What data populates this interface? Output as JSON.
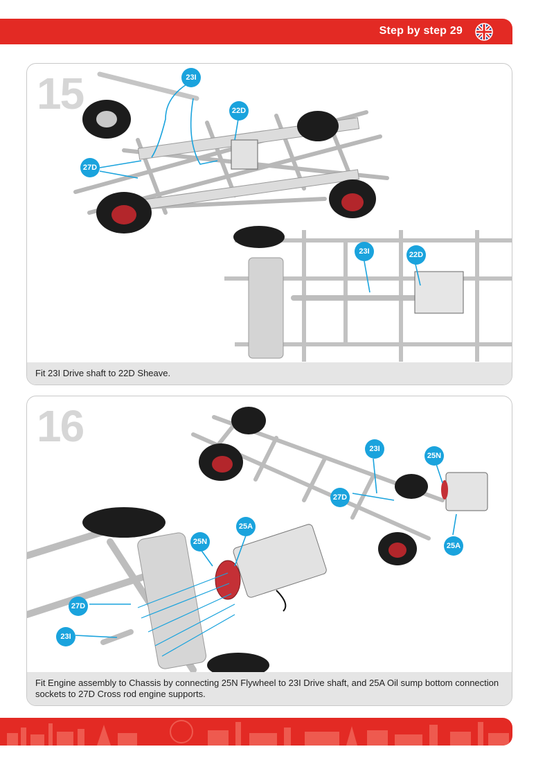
{
  "header": {
    "title": "Step by step 29",
    "flag_icon": "uk-flag-icon"
  },
  "colors": {
    "brand_red": "#e32a24",
    "callout_blue": "#1aa3dd",
    "caption_bg": "#e5e5e5",
    "step_number_grey": "#d6d6d6"
  },
  "steps": [
    {
      "number": "15",
      "caption": "Fit 23I Drive shaft to 22D Sheave.",
      "callouts": [
        "23I",
        "22D",
        "27D",
        "23I",
        "22D"
      ]
    },
    {
      "number": "16",
      "caption": "Fit Engine assembly to Chassis by connecting 25N Flywheel to 23I Drive shaft, and 25A Oil sump bottom connection sockets to 27D Cross rod engine supports.",
      "callouts": [
        "23I",
        "25N",
        "27D",
        "25A",
        "25A",
        "25N",
        "27D",
        "23I"
      ]
    }
  ]
}
